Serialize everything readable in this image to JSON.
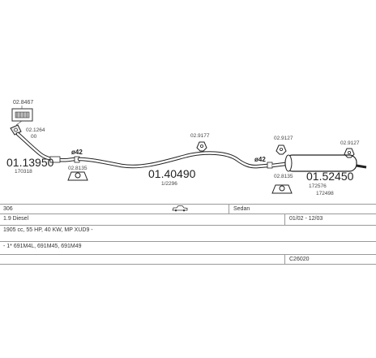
{
  "parts": {
    "top_clamp": "02.8467",
    "gasket_a": "02.1264",
    "gasket_a_sub": "00",
    "front_pipe": "01.13950",
    "front_pipe_sub": "170318",
    "clamp_front_dia": "ø42",
    "bracket_front": "02.8135",
    "mid_rubber": "02.9177",
    "mid_pipe": "01.40490",
    "mid_pipe_sub": "1/2296",
    "clamp_rear_dia": "ø42",
    "rubber_rear_a": "02.9127",
    "bracket_rear": "02.8135",
    "rubber_rear_b": "02.9127",
    "rear_silencer": "01.52450",
    "rear_sub_1": "172576",
    "rear_sub_2": "172498"
  },
  "vehicle": {
    "model": "306",
    "body": "Sedan",
    "engine": "1.9 Diesel",
    "years": "01/02 - 12/03",
    "specs": "1905 cc, 55 HP, 40 KW, MP XUD9 -",
    "codes": "- 1* 691M4L, 691M45, 691M49",
    "catalog": "C26020"
  },
  "icons": [
    "car-sedan-icon"
  ]
}
